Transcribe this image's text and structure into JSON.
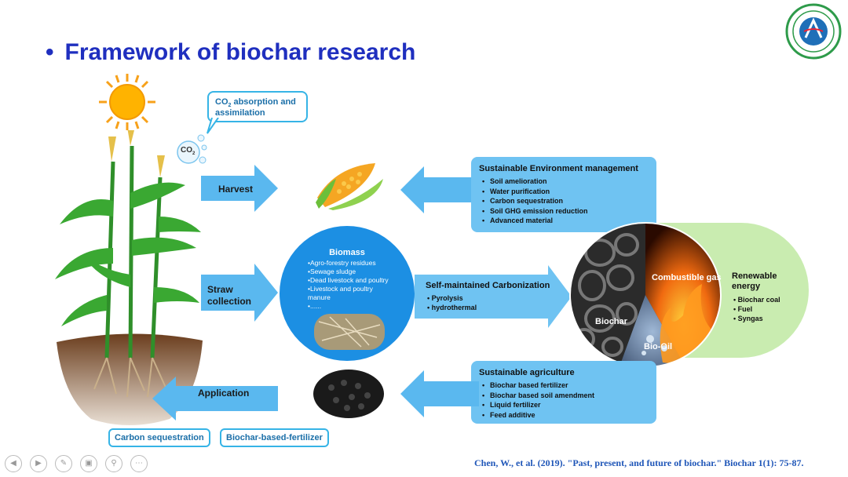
{
  "title": "Framework of biochar research",
  "bullet": "•",
  "callout_co2": {
    "co": "CO",
    "sub": "2",
    "rest": " absorption and assimilation"
  },
  "co2_bubble": {
    "co": "CO",
    "sub": "2"
  },
  "arrows": {
    "harvest": "Harvest",
    "straw_collection": "Straw collection",
    "application": "Application"
  },
  "sustainable_env": {
    "title": "Sustainable Environment management",
    "items": [
      "Soil amelioration",
      "Water purification",
      "Carbon sequestration",
      "Soil GHG emission reduction",
      "Advanced material"
    ]
  },
  "biomass": {
    "title": "Biomass",
    "items": [
      "•Agro-forestry residues",
      "•Sewage sludge",
      "•Dead livestock and poultry",
      "•Livestock and poultry",
      "manure",
      "•......"
    ]
  },
  "carbonization": {
    "title": "Self-maintained Carbonization",
    "items": [
      "Pyrolysis",
      "hydrothermal"
    ]
  },
  "products": {
    "combustible_gas": "Combustible gas",
    "biochar": "Biochar",
    "bio_oil": "Bio-Oil"
  },
  "renewable": {
    "title": "Renewable energy",
    "items": [
      "Biochar coal",
      "Fuel",
      "Syngas"
    ]
  },
  "sustainable_agri": {
    "title": "Sustainable agriculture",
    "items": [
      "Biochar based fertilizer",
      "Biochar based soil amendment",
      "Liquid fertilizer",
      "Feed additive"
    ]
  },
  "tags": {
    "carbon_sequestration": "Carbon sequestration",
    "biochar_fertilizer": "Biochar-based-fertilizer"
  },
  "reference": "Chen, W., et al. (2019). \"Past, present, and future of biochar.\" Biochar 1(1): 75-87.",
  "colors": {
    "title": "#1f2fbf",
    "arrow": "#5ab8ef",
    "panel": "#6fc3f2",
    "biomass": "#1c8fe3",
    "renewable": "#c9ecb0"
  }
}
